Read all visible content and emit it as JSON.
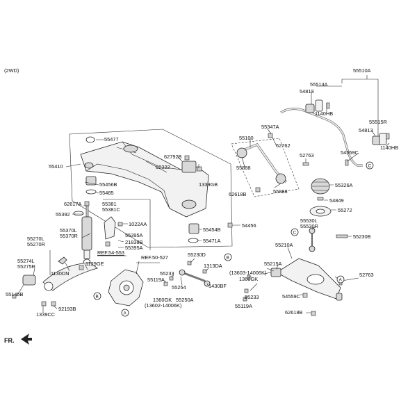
{
  "header": {
    "variant": "(2WD)"
  },
  "orientation": {
    "label": "FR."
  },
  "circle_markers": [
    "A",
    "B",
    "C"
  ],
  "ref_labels": {
    "ref1": "REF.54-553",
    "ref2": "REF.50-527"
  },
  "parts": {
    "p55510A": "55510A",
    "p55514A": "55514A",
    "p54813a": "54813",
    "p1140HBa": "1140HB",
    "p55515R": "55515R",
    "p54813b": "54813",
    "p1140HBb": "1140HB",
    "p54559C": "54559C",
    "p55347A": "55347A",
    "p62762": "62762",
    "p55100": "55100",
    "p55888a": "55888",
    "p55888b": "55888",
    "p62618Ba": "62618B",
    "p52763a": "52763",
    "p55326A": "55326A",
    "p54849": "54849",
    "p55272": "55272",
    "p55477": "55477",
    "p62792B": "62792B",
    "p62322": "62322",
    "p1339GB": "1339GB",
    "p55410": "55410",
    "p55456B": "55456B",
    "p55485": "55485",
    "p62617A": "62617A",
    "p55381": "55381",
    "p55381C": "55381C",
    "p55392": "55392",
    "p1022AA": "1022AA",
    "p55454B": "55454B",
    "p55471A": "55471A",
    "p54456": "54456",
    "p55370L": "55370L",
    "p55370R": "55370R",
    "p55395A": "55395A",
    "p21838B": "21838B",
    "p55395Ab": "55395A",
    "p55270L": "55270L",
    "p55270R": "55270R",
    "p55274L": "55274L",
    "p55275R": "55275R",
    "p1130DN": "1130DN",
    "p1129GE": "1129GE",
    "p55145B": "55145B",
    "p92193B": "92193B",
    "p1339CC": "1339CC",
    "p55230D": "55230D",
    "p55233a": "55233",
    "p55119Aa": "55119A",
    "p1360GKa": "1360GK",
    "p55254": "55254",
    "p55250A": "55250A",
    "p13602": "(13602-14006K)",
    "p1313DA": "1313DA",
    "p1430BF": "1430BF",
    "p55530L": "55530L",
    "p55530R": "55530R",
    "p55230B": "55230B",
    "p55210A": "55210A",
    "p55215A": "55215A",
    "p13603": "(13603-14006K)",
    "p1360GKb": "1360GK",
    "p55233b": "55233",
    "p55119Ab": "55119A",
    "p54559Cb": "54559C",
    "p52763b": "52763",
    "p62618Bb": "62618B"
  }
}
